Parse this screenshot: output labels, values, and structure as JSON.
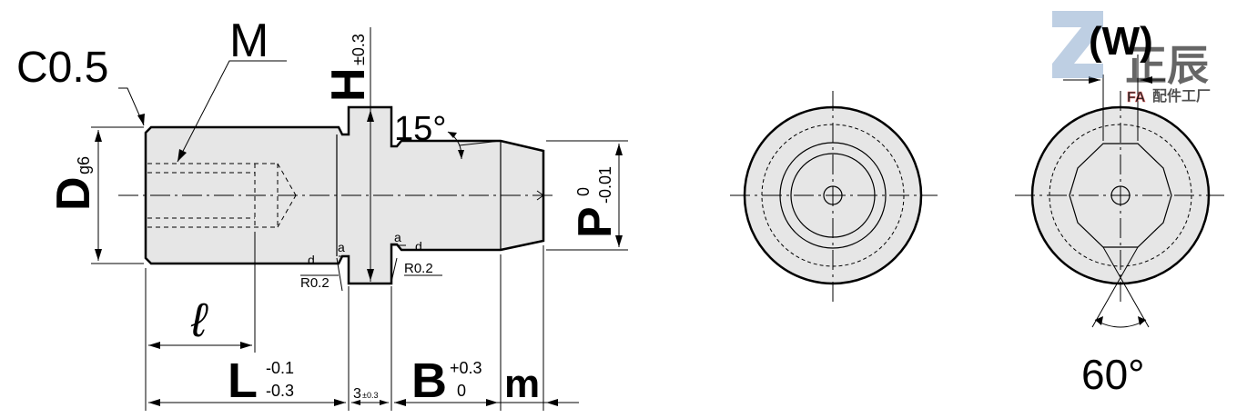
{
  "colors": {
    "part_fill": "#e6e6e6",
    "line": "#000000",
    "watermark_blue": "#7fa0c8",
    "watermark_red": "#e24a4a"
  },
  "labels": {
    "chamfer": "C0.5",
    "thread": "M",
    "flange_height": "H",
    "flange_tol": "±0.3",
    "angle15": "15°",
    "dia_d": "D",
    "dia_d_tol": "g6",
    "dia_p": "P",
    "dia_p_tol_top": "0",
    "dia_p_tol_bot": "-0.01",
    "groove_d1": "d",
    "groove_a1": "a",
    "groove_r1": "R0.2",
    "groove_a2": "a",
    "groove_d2": "d",
    "groove_r2": "R0.2",
    "len_ell": "ℓ",
    "len_l": "L",
    "len_l_tol_top": "-0.1",
    "len_l_tol_bot": "-0.3",
    "flange_width": "3",
    "flange_width_tol": "±0.3",
    "len_b": "B",
    "len_b_tol_top": "+0.3",
    "len_b_tol_bot": "0",
    "len_m": "m",
    "width_w": "(W)",
    "angle60": "60°"
  },
  "watermark": {
    "brand_cn": "正辰",
    "brand_fa": "FA",
    "brand_sub": "配件工厂"
  }
}
